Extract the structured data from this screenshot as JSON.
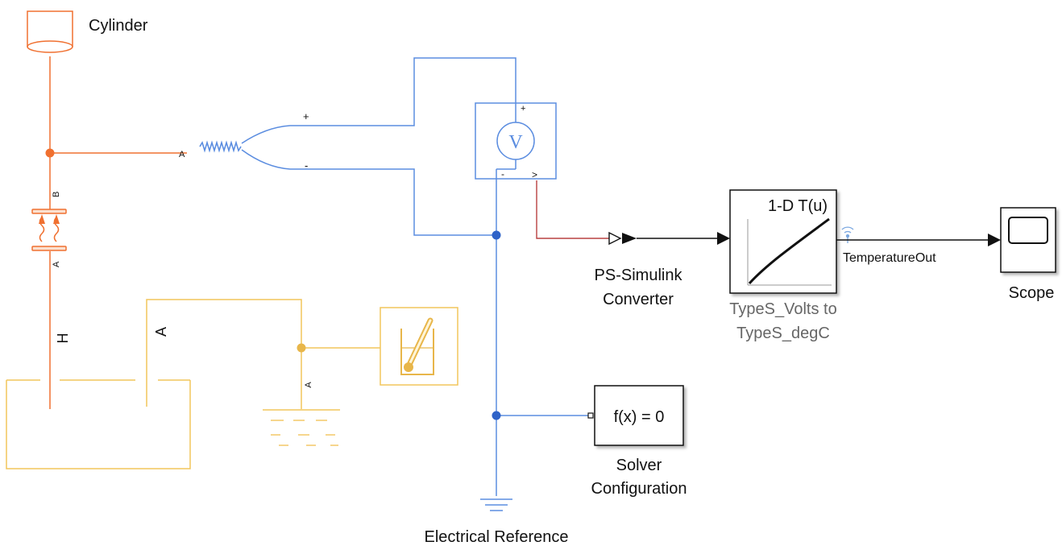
{
  "colors": {
    "thermal": "#f07030",
    "electrical": "#5b8de0",
    "thermal_liquid": "#f2c55c",
    "signal": "#111111",
    "ps_signal": "#b84040",
    "block_border": "#111111",
    "subtitle_gray": "#666666"
  },
  "blocks": {
    "cylinder": {
      "label": "Cylinder"
    },
    "ps_simulink_converter": {
      "label_line1": "PS-Simulink",
      "label_line2": "Converter"
    },
    "lookup_table": {
      "title": "1-D T(u)",
      "label_line1": "TypeS_Volts to",
      "label_line2": "TypeS_degC"
    },
    "scope": {
      "label": "Scope"
    },
    "solver": {
      "text": "f(x) = 0",
      "label_line1": "Solver",
      "label_line2": "Configuration"
    },
    "electrical_reference": {
      "label": "Electrical Reference"
    },
    "voltage_sensor": {
      "symbol": "V",
      "port_plus": "+",
      "port_minus": "-",
      "port_out": ">"
    },
    "thermocouple": {
      "port_a": "A",
      "port_plus": "+",
      "port_minus": "-"
    },
    "conductive_ht": {
      "port_b": "B",
      "port_a": "A"
    },
    "tank": {
      "port_h": "H",
      "port_a": "A"
    },
    "reservoir": {
      "port_a": "A"
    }
  },
  "signals": {
    "temperature_out": "TemperatureOut"
  },
  "icons": {
    "cylinder": "cylinder-icon",
    "thermometer": "thermometer-icon",
    "scope": "scope-screen-icon",
    "ground": "ground-icon"
  }
}
